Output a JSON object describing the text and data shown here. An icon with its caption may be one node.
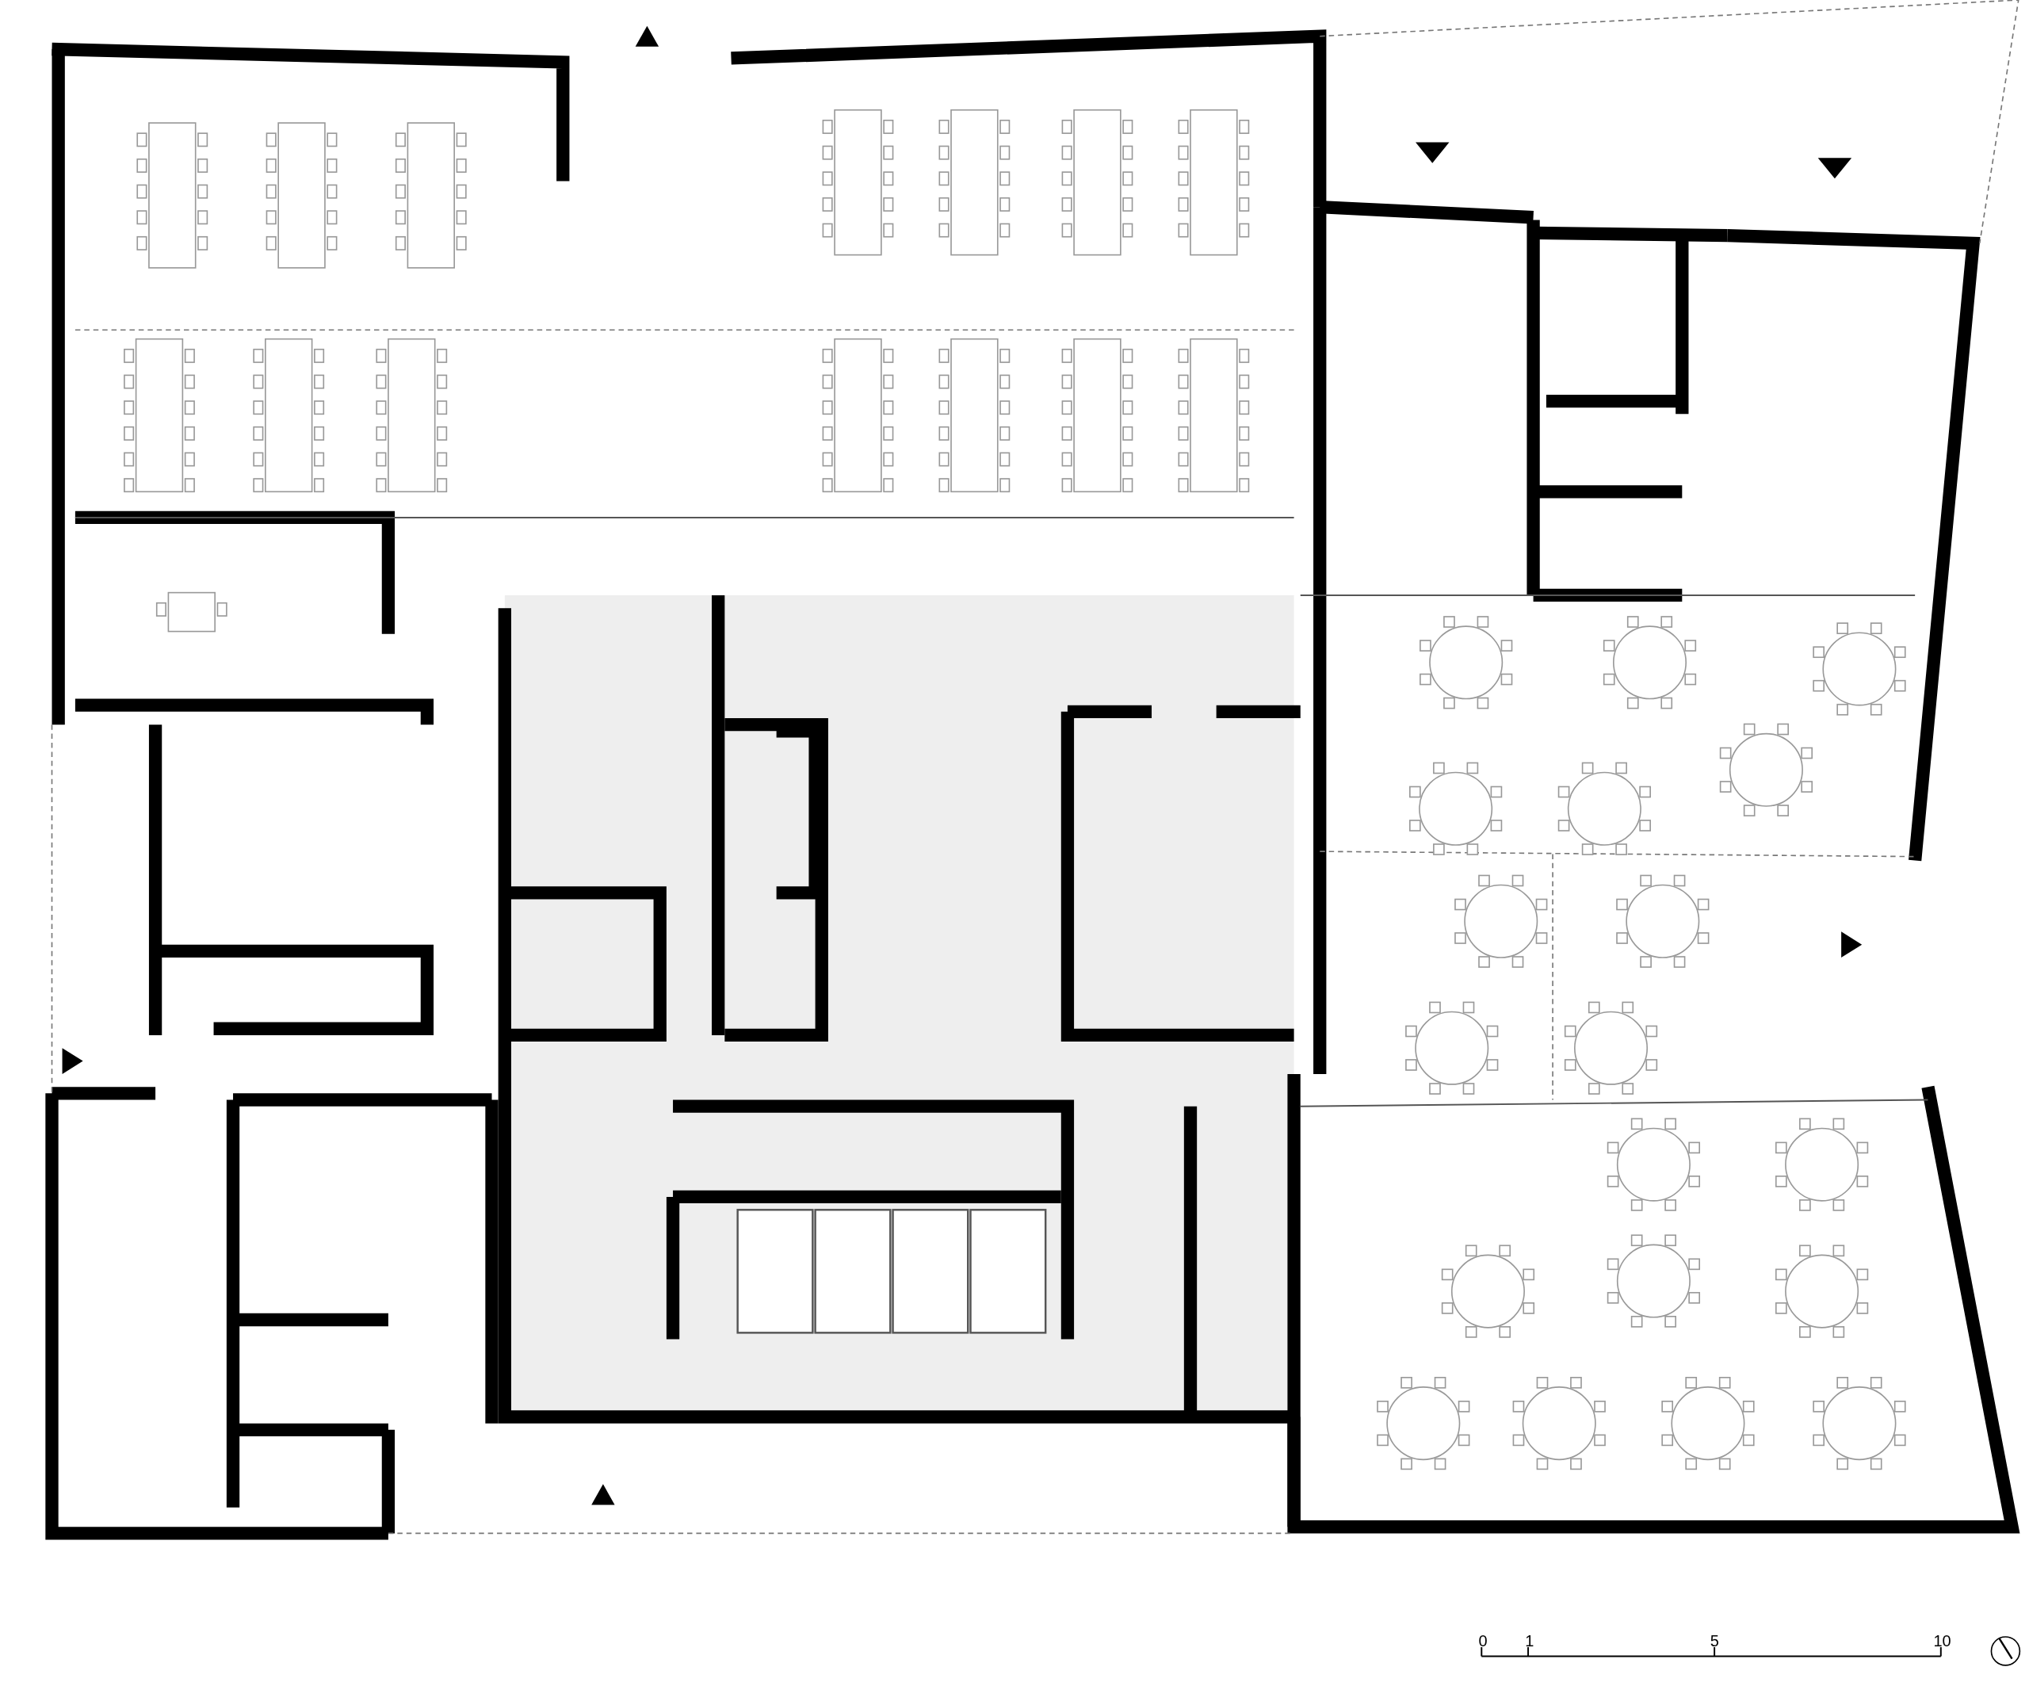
{
  "diagram": {
    "labels": [
      "0",
      "1",
      "5",
      "10"
    ]
  }
}
